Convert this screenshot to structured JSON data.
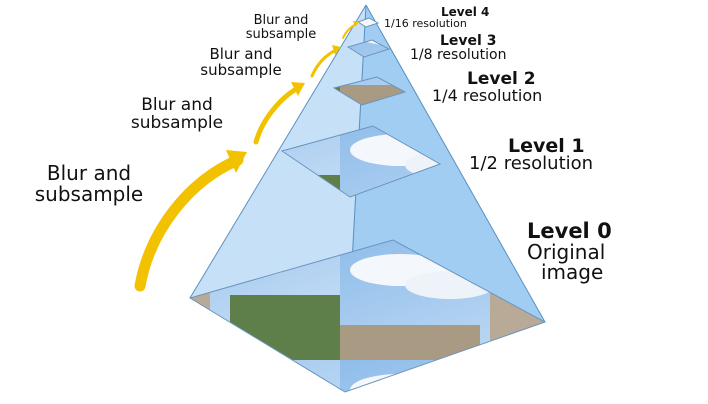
{
  "colors": {
    "pyramid_face_left": "#bcdcf6",
    "pyramid_face_right": "#8fc4ee",
    "pyramid_edge": "#5a8fc0",
    "arrow": "#f2c200",
    "sky": "#9fc7ef",
    "cloud": "#f4f7fb",
    "building": "#b8aa96",
    "tree": "#5f7f4a"
  },
  "levels": [
    {
      "title": "Level 4",
      "subtitle": "1/16 resolution"
    },
    {
      "title": "Level 3",
      "subtitle": "1/8 resolution"
    },
    {
      "title": "Level 2",
      "subtitle": "1/4 resolution"
    },
    {
      "title": "Level 1",
      "subtitle": "1/2 resolution"
    },
    {
      "title": "Level 0",
      "subtitle_line1": "Original",
      "subtitle_line2": "image"
    }
  ],
  "arrows": [
    {
      "line1": "Blur and",
      "line2": "subsample"
    },
    {
      "line1": "Blur and",
      "line2": "subsample"
    },
    {
      "line1": "Blur and",
      "line2": "subsample"
    },
    {
      "line1": "Blur and",
      "line2": "subsample"
    }
  ]
}
